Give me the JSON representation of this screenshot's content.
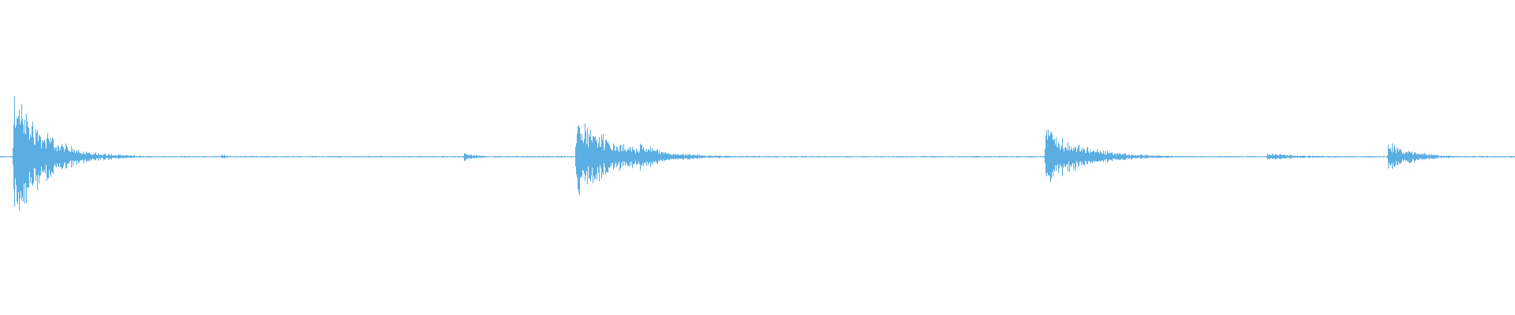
{
  "waveform": {
    "color": "#5aaee3",
    "baseline_level": 0.006,
    "transients": [
      {
        "time": 0.0085,
        "level": 0.85,
        "decay": 0.02
      },
      {
        "time": 0.146,
        "level": 0.04,
        "decay": 0.004
      },
      {
        "time": 0.306,
        "level": 0.06,
        "decay": 0.008
      },
      {
        "time": 0.38,
        "level": 0.48,
        "decay": 0.028
      },
      {
        "time": 0.422,
        "level": 0.22,
        "decay": 0.012
      },
      {
        "time": 0.69,
        "level": 0.34,
        "decay": 0.025
      },
      {
        "time": 0.836,
        "level": 0.04,
        "decay": 0.03
      },
      {
        "time": 0.916,
        "level": 0.18,
        "decay": 0.016
      }
    ]
  }
}
